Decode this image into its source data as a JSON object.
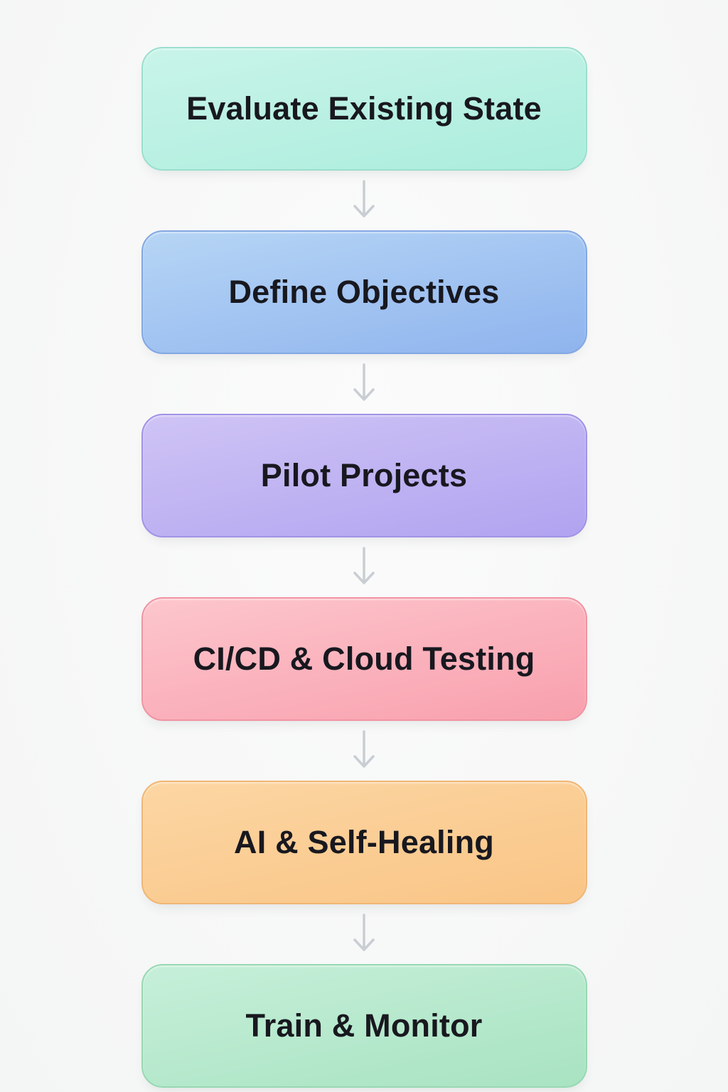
{
  "diagram": {
    "type": "flowchart-vertical",
    "text_color": "#18181f",
    "arrow_color": "#c9ced3",
    "background_color": "#f7f8f8",
    "steps": [
      {
        "label": "Evaluate Existing State",
        "color_top": "#c9f4e9",
        "color_bottom": "#abeddd",
        "border_color": "#9adfcd"
      },
      {
        "label": "Define Objectives",
        "color_top": "#b6d5f5",
        "color_bottom": "#8fb4ee",
        "border_color": "#82a8e3"
      },
      {
        "label": "Pilot Projects",
        "color_top": "#cfc4f5",
        "color_bottom": "#b1a3f0",
        "border_color": "#a193e8"
      },
      {
        "label": "CI/CD & Cloud Testing",
        "color_top": "#fdc6cd",
        "color_bottom": "#f8a0ad",
        "border_color": "#f193a2"
      },
      {
        "label": "AI & Self-Healing",
        "color_top": "#fcd6a3",
        "color_bottom": "#f9c586",
        "border_color": "#f0b674"
      },
      {
        "label": "Train & Monitor",
        "color_top": "#c6efd9",
        "color_bottom": "#a8e3c2",
        "border_color": "#97d8b3"
      }
    ]
  }
}
